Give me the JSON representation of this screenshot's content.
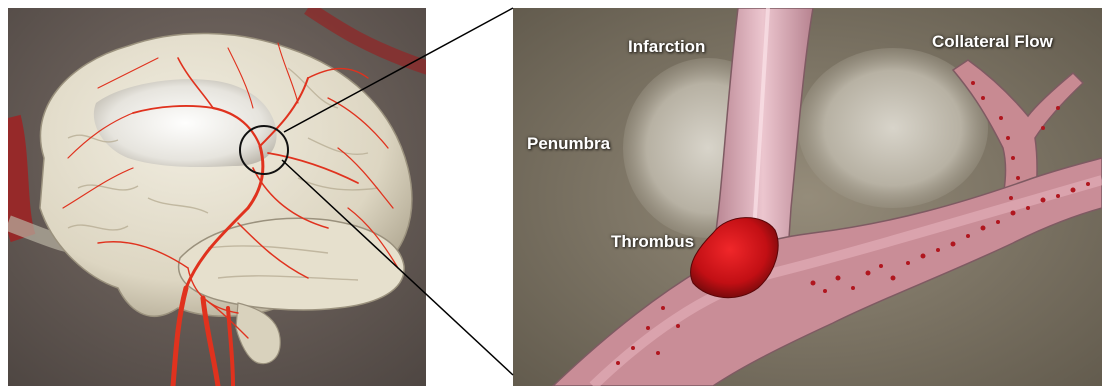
{
  "labels": {
    "infarction": "Infarction",
    "collateral_flow": "Collateral Flow",
    "penumbra": "Penumbra",
    "thrombus": "Thrombus"
  },
  "colors": {
    "artery": "#e0321e",
    "brain": "#e9e4d4",
    "infarct": "#f3f2ef",
    "thrombus": "#d0121a",
    "vessel": "#d9a3ad",
    "tissue": "#8b8373"
  }
}
